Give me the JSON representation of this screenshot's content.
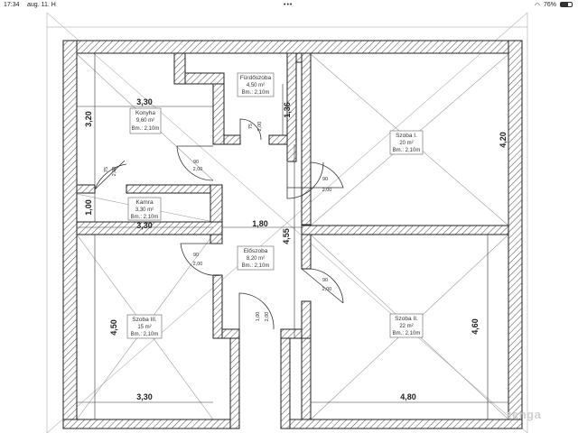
{
  "status_bar": {
    "time": "17:34",
    "date": "aug. 11. H",
    "battery": "76%",
    "more_icon": "ellipsis-icon",
    "wifi_icon": "wifi-icon",
    "battery_icon": "battery-icon"
  },
  "rooms": {
    "konyha": {
      "name": "Konyha",
      "area": "9,60 m²",
      "height": "Bm.: 2,10m"
    },
    "furdoszoba": {
      "name": "Fürdőszoba",
      "area": "4,50 m²",
      "height": "Bm.: 2,10m"
    },
    "kamra": {
      "name": "Kamra",
      "area": "3,30 m²",
      "height": "Bm.: 2,10m"
    },
    "eloszoba": {
      "name": "Előszoba",
      "area": "8,20 m²",
      "height": "Bm.: 2,10m"
    },
    "szoba1": {
      "name": "Szoba I.",
      "area": "20 m²",
      "height": "Bm.: 2,10m"
    },
    "szoba2": {
      "name": "Szoba II.",
      "area": "22 m²",
      "height": "Bm.: 2,10m"
    },
    "szoba3": {
      "name": "Szoba III.",
      "area": "15 m²",
      "height": "Bm.: 2,10m"
    }
  },
  "dimensions": {
    "konyha_width": "3,30",
    "konyha_height": "3,20",
    "furdo_height": "1,36",
    "szoba1_height": "4,20",
    "kamra_height": "1,00",
    "kamra_width": "3,30",
    "hall_width": "1,80",
    "hall_height": "4,55",
    "szoba3_height": "4,50",
    "szoba3_width": "3,30",
    "szoba2_height": "4,60",
    "szoba2_width": "4,80"
  },
  "doors": {
    "furdo": {
      "w": "75",
      "h": "2,00"
    },
    "konyha": {
      "w": "90",
      "h": "2,00"
    },
    "kamra": {
      "w": "75",
      "h": "2,00"
    },
    "szoba1": {
      "w": "90",
      "h": "2,00"
    },
    "eloszoba": {
      "w": "90",
      "h": "2,00"
    },
    "szoba2": {
      "w": "90",
      "h": "2,00"
    },
    "entrance": {
      "w": "1,00",
      "h": "2,00"
    }
  },
  "watermark": "zenga"
}
